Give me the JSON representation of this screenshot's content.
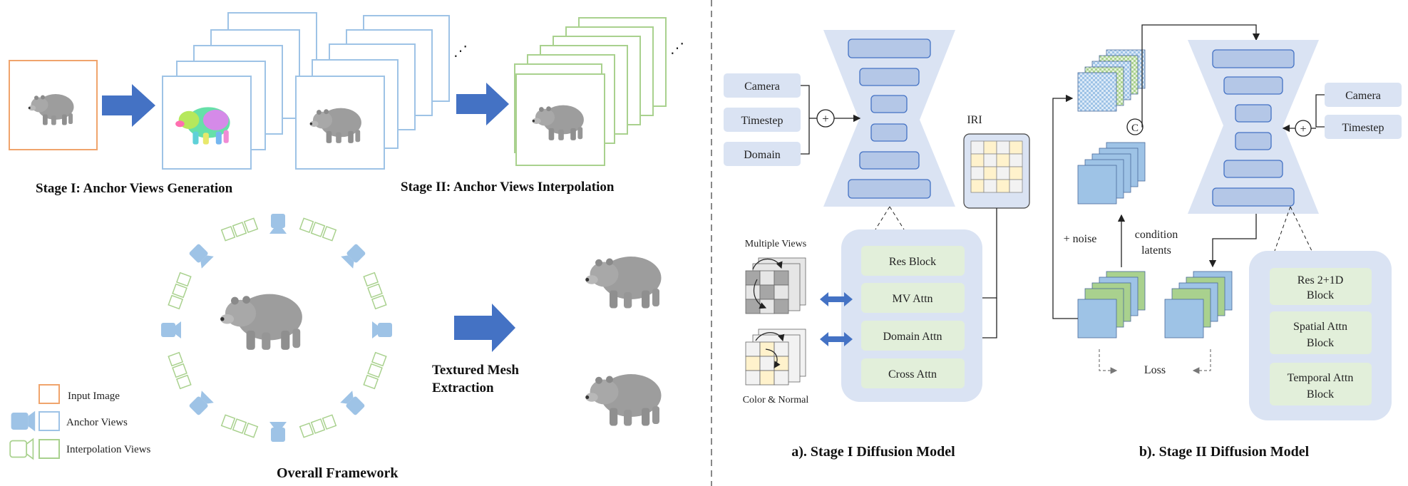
{
  "left": {
    "stage1_title": "Stage I: Anchor Views Generation",
    "stage2_title": "Stage II: Anchor Views Interpolation",
    "overall_title": "Overall  Framework",
    "mesh_label_line1": "Textured Mesh",
    "mesh_label_line2": "Extraction",
    "legend": {
      "input": "Input Image",
      "anchor": "Anchor Views",
      "interp": "Interpolation Views"
    },
    "colors": {
      "input": "#f0a46c",
      "anchor": "#9ec3e6",
      "interp": "#a9d18e",
      "arrow": "#4472c4"
    }
  },
  "stage1": {
    "inputs": [
      "Camera",
      "Timestep",
      "Domain"
    ],
    "iri_label": "IRI",
    "blocks": [
      "Res Block",
      "MV Attn",
      "Domain Attn",
      "Cross Attn"
    ],
    "multiple_views": "Multiple Views",
    "color_normal": "Color & Normal",
    "caption": "a). Stage I Diffusion Model"
  },
  "stage2": {
    "inputs": [
      "Camera",
      "Timestep"
    ],
    "concat_symbol": "C",
    "noise": "+ noise",
    "condition_line1": "condition",
    "condition_line2": "latents",
    "loss": "Loss",
    "blocks": [
      {
        "line1": "Res 2+1D",
        "line2": "Block"
      },
      {
        "line1": "Spatial Attn",
        "line2": "Block"
      },
      {
        "line1": "Temporal Attn",
        "line2": "Block"
      }
    ],
    "caption": "b). Stage II Diffusion Model"
  }
}
